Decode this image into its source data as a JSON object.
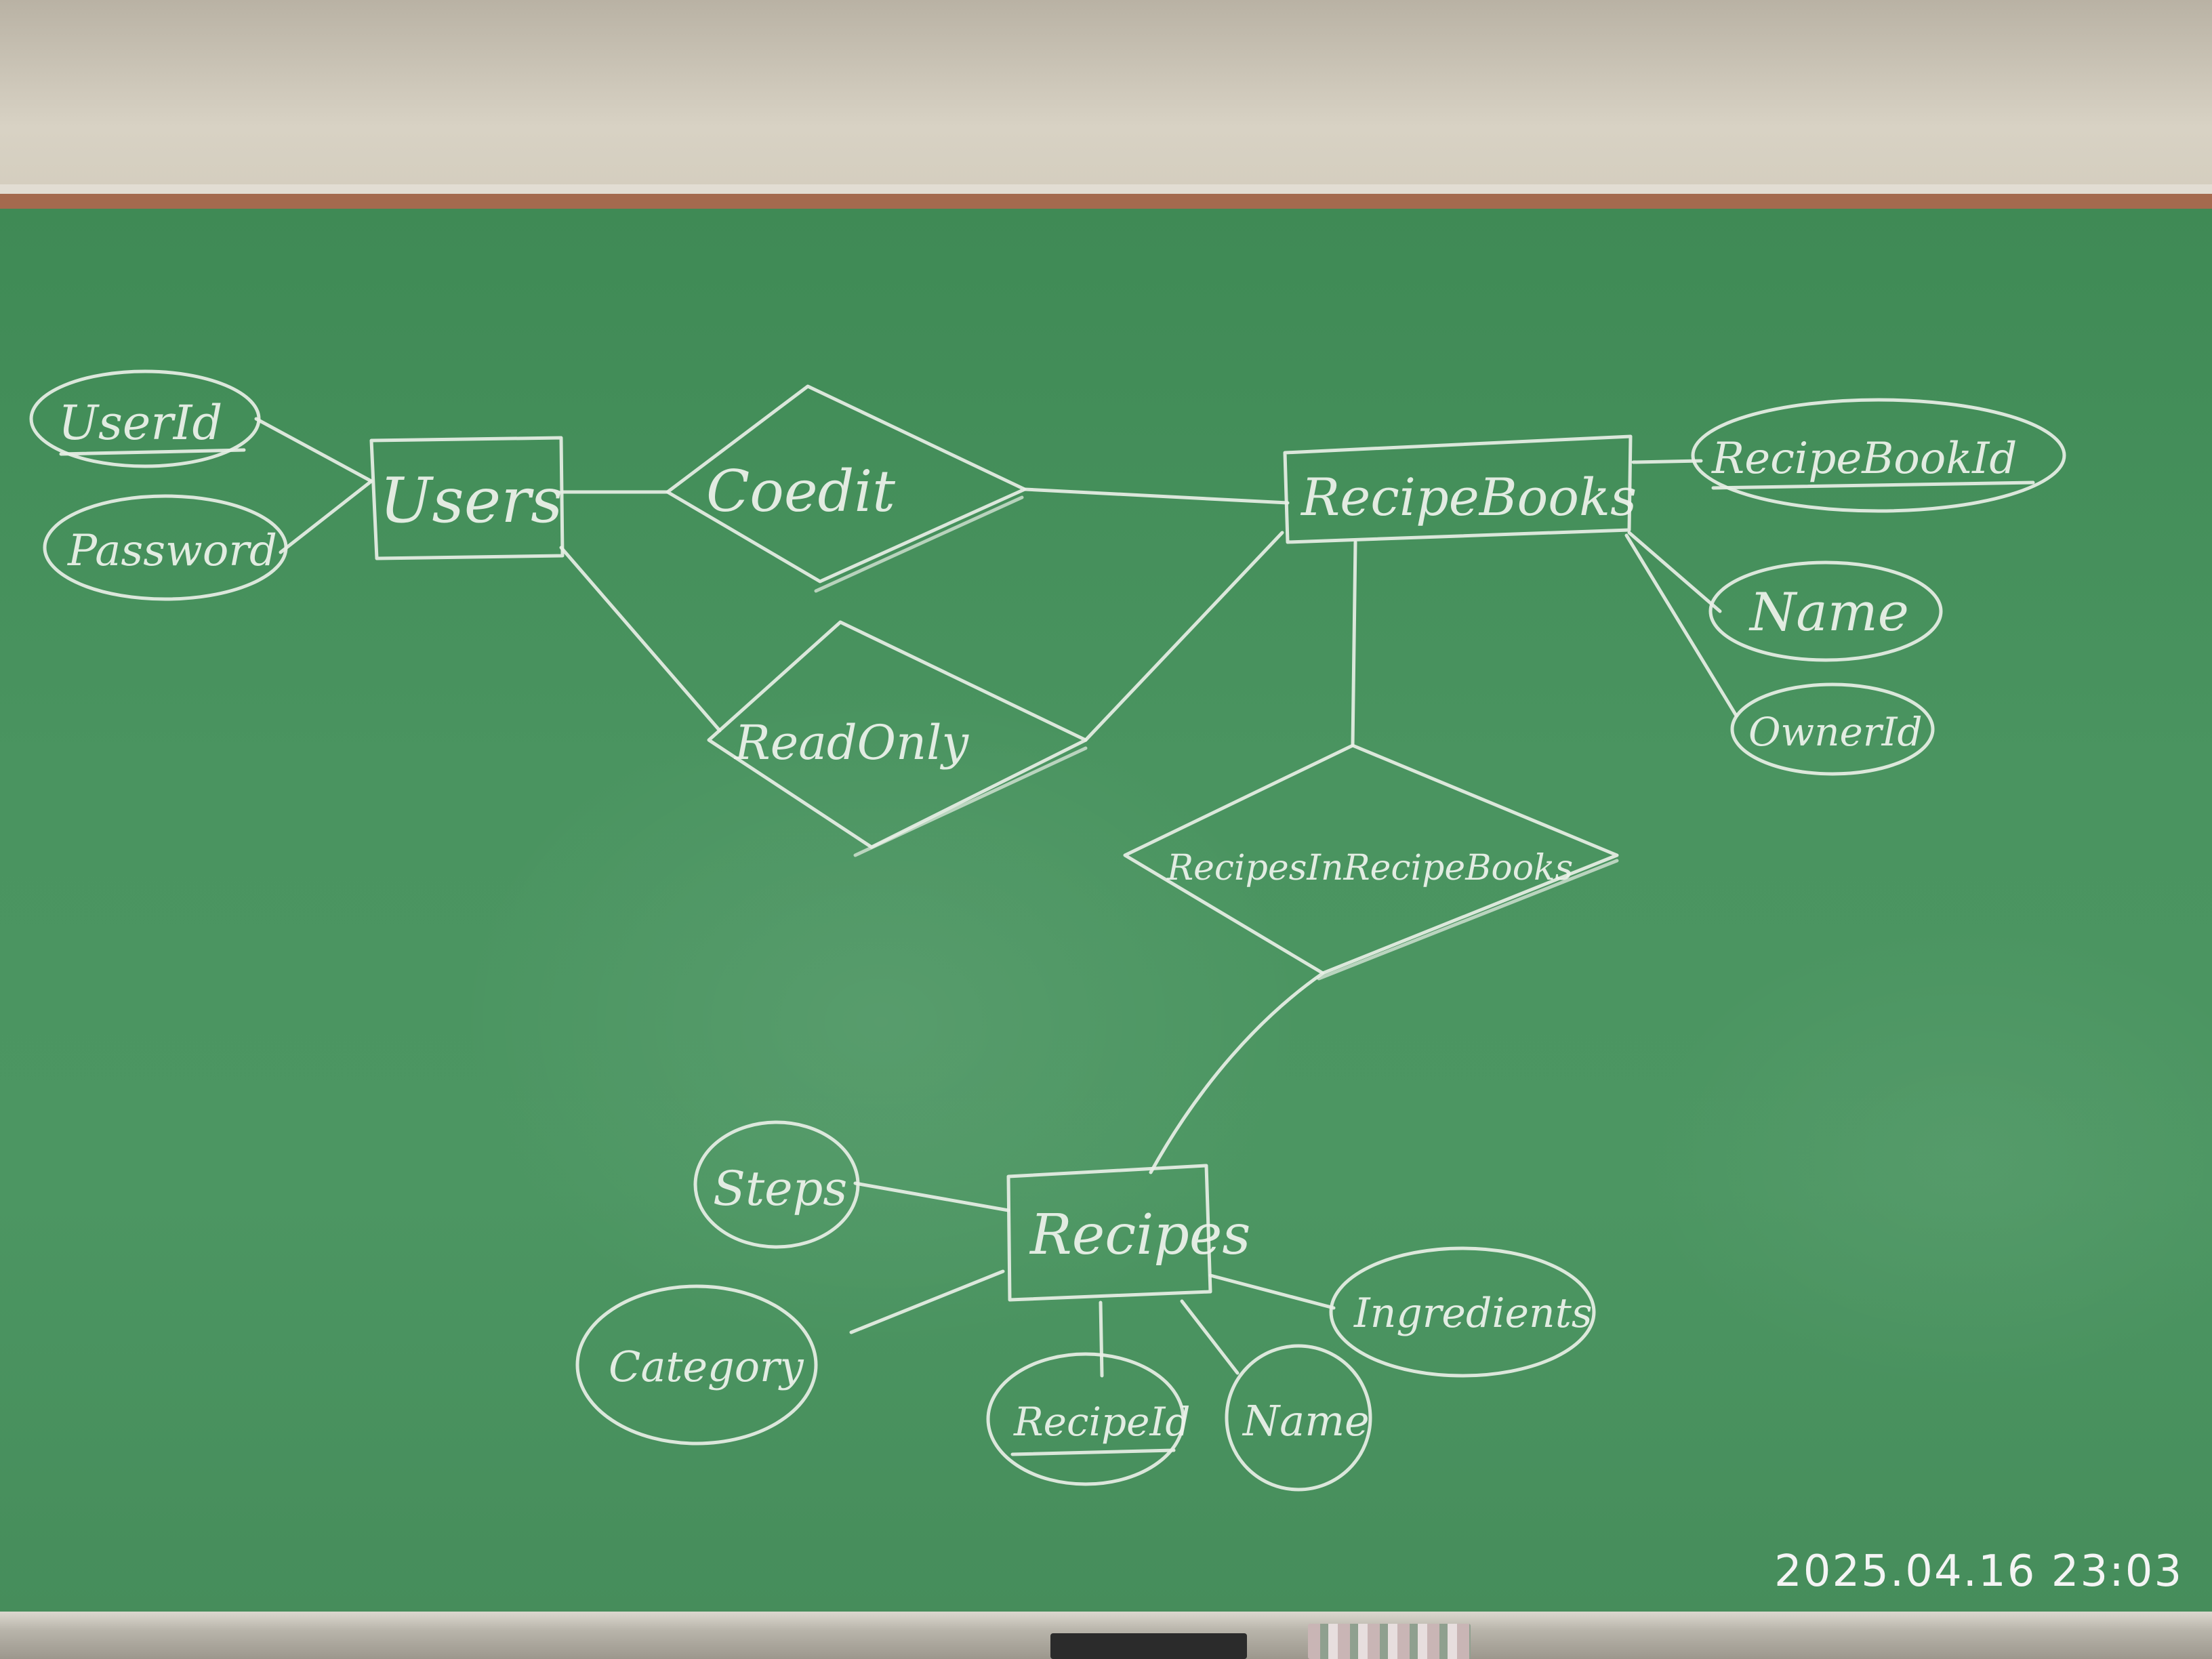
{
  "entities": {
    "users": "Users",
    "recipe_books": "RecipeBooks",
    "recipes": "Recipes"
  },
  "relationships": {
    "coedit": "Coedit",
    "read_only": "ReadOnly",
    "recipes_in_recipe_books": "RecipesInRecipeBooks"
  },
  "attributes": {
    "user_id": "UserId",
    "password": "Password",
    "recipe_book_id": "RecipeBookId",
    "book_name": "Name",
    "owner_id": "OwnerId",
    "steps": "Steps",
    "category": "Category",
    "recipe_id": "RecipeId",
    "recipe_name": "Name",
    "ingredients": "Ingredients"
  },
  "timestamp": "2025.04.16 23:03",
  "colors": {
    "board": "#4a9460",
    "chalk": "#e8efe6",
    "frame": "#a46a4e"
  }
}
